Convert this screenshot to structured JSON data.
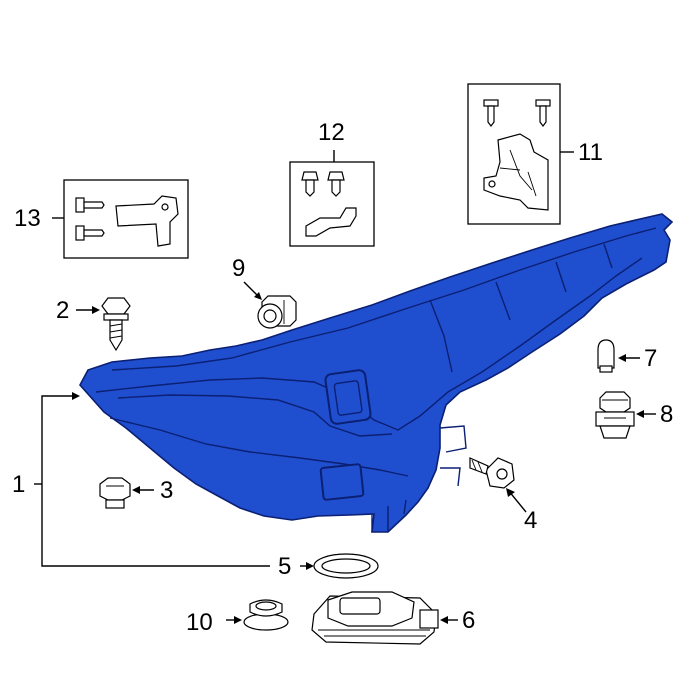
{
  "colors": {
    "highlight": "#1f4fcf",
    "highlight_edge": "#0b1f73",
    "ink": "#000000",
    "background": "#ffffff"
  },
  "callouts": {
    "c1": "1",
    "c2": "2",
    "c3": "3",
    "c4": "4",
    "c5": "5",
    "c6": "6",
    "c7": "7",
    "c8": "8",
    "c9": "9",
    "c10": "10",
    "c11": "11",
    "c12": "12",
    "c13": "13"
  }
}
